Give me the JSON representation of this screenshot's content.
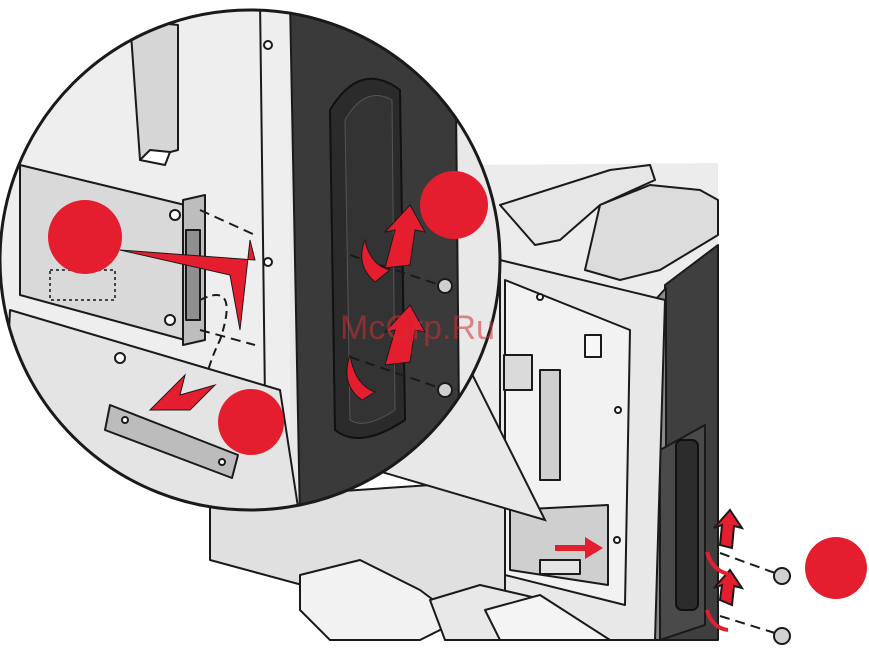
{
  "watermark": {
    "text": "McGrp.Ru"
  },
  "colors": {
    "callout_red": "#e41e2f",
    "arrow_red": "#e41e2f",
    "panel_gray": "#d9d9d9",
    "dark_panel": "#3a3a3a",
    "light_gray": "#efefef",
    "outline": "#1a1a1a"
  },
  "callouts": [
    {
      "id": "1",
      "text": ""
    },
    {
      "id": "2",
      "text": ""
    },
    {
      "id": "3",
      "text": ""
    },
    {
      "id": "4",
      "text": ""
    }
  ]
}
